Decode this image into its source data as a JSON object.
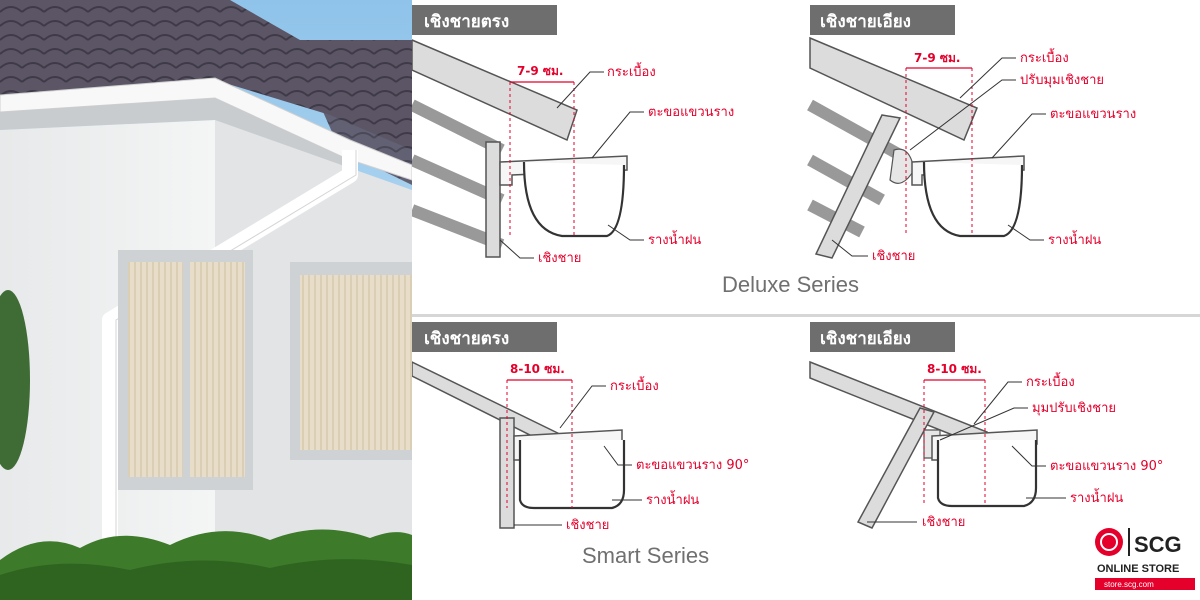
{
  "panels": {
    "deluxe_straight": {
      "header": "เชิงชายตรง",
      "dimension": "7-9 ซม.",
      "labels": [
        "กระเบื้อง",
        "ตะขอแขวนราง",
        "รางน้ำฝน",
        "เชิงชาย"
      ]
    },
    "deluxe_slanted": {
      "header": "เชิงชายเอียง",
      "dimension": "7-9 ซม.",
      "labels": [
        "กระเบื้อง",
        "ปรับมุมเชิงชาย",
        "ตะขอแขวนราง",
        "รางน้ำฝน",
        "เชิงชาย"
      ]
    },
    "smart_straight": {
      "header": "เชิงชายตรง",
      "dimension": "8-10 ซม.",
      "labels": [
        "กระเบื้อง",
        "ตะขอแขวนราง 90°",
        "รางน้ำฝน",
        "เชิงชาย"
      ]
    },
    "smart_slanted": {
      "header": "เชิงชายเอียง",
      "dimension": "8-10 ซม.",
      "labels": [
        "กระเบื้อง",
        "มุมปรับเชิงชาย",
        "ตะขอแขวนราง 90°",
        "รางน้ำฝน",
        "เชิงชาย"
      ]
    }
  },
  "series": {
    "deluxe": "Deluxe Series",
    "smart": "Smart Series"
  },
  "logo": {
    "brand": "SCG",
    "store": "ONLINE STORE",
    "url": "store.scg.com"
  },
  "colors": {
    "accent": "#e4002b",
    "header_bg": "#6e6e6e"
  }
}
